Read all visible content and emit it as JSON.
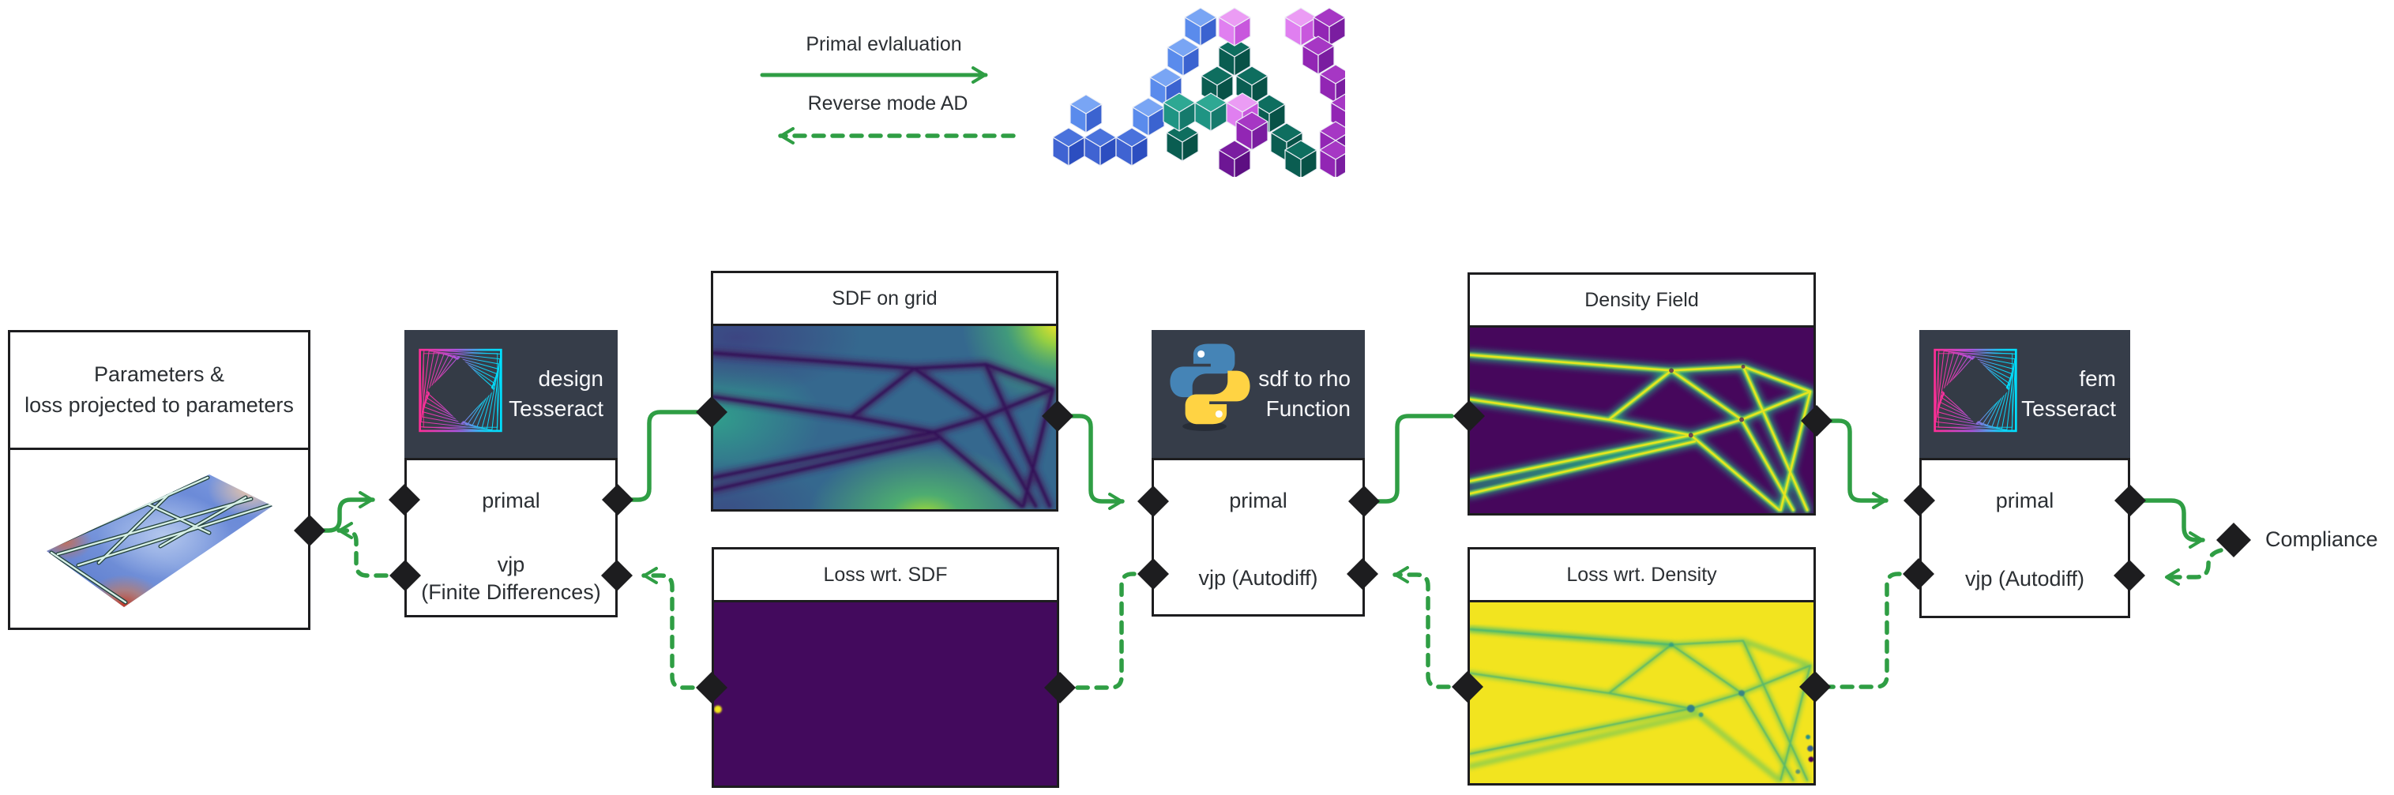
{
  "legend": {
    "primal_label": "Primal evlaluation",
    "reverse_label": "Reverse mode AD"
  },
  "params_box": {
    "title_line1": "Parameters &",
    "title_line2": "loss projected to parameters"
  },
  "design_tesseract": {
    "name_line1": "design",
    "name_line2": "Tesseract",
    "primal_label": "primal",
    "vjp_line1": "vjp",
    "vjp_line2": "(Finite Differences)"
  },
  "sdf_to_rho": {
    "name_line1": "sdf to rho",
    "name_line2": "Function",
    "primal_label": "primal",
    "vjp_label": "vjp (Autodiff)"
  },
  "fem_tesseract": {
    "name_line1": "fem",
    "name_line2": "Tesseract",
    "primal_label": "primal",
    "vjp_label": "vjp (Autodiff)"
  },
  "panels": {
    "sdf": {
      "title": "SDF on grid"
    },
    "loss_sdf": {
      "title": "Loss wrt. SDF"
    },
    "density": {
      "title": "Density Field"
    },
    "loss_density": {
      "title": "Loss wrt. Density"
    }
  },
  "output": {
    "label": "Compliance"
  },
  "colors": {
    "arrow_green": "#2f9e44",
    "header_dark": "#363d49",
    "border_black": "#1d1d1f",
    "viridis_dark": "#46075c",
    "viridis_yellow": "#f2e41f"
  }
}
